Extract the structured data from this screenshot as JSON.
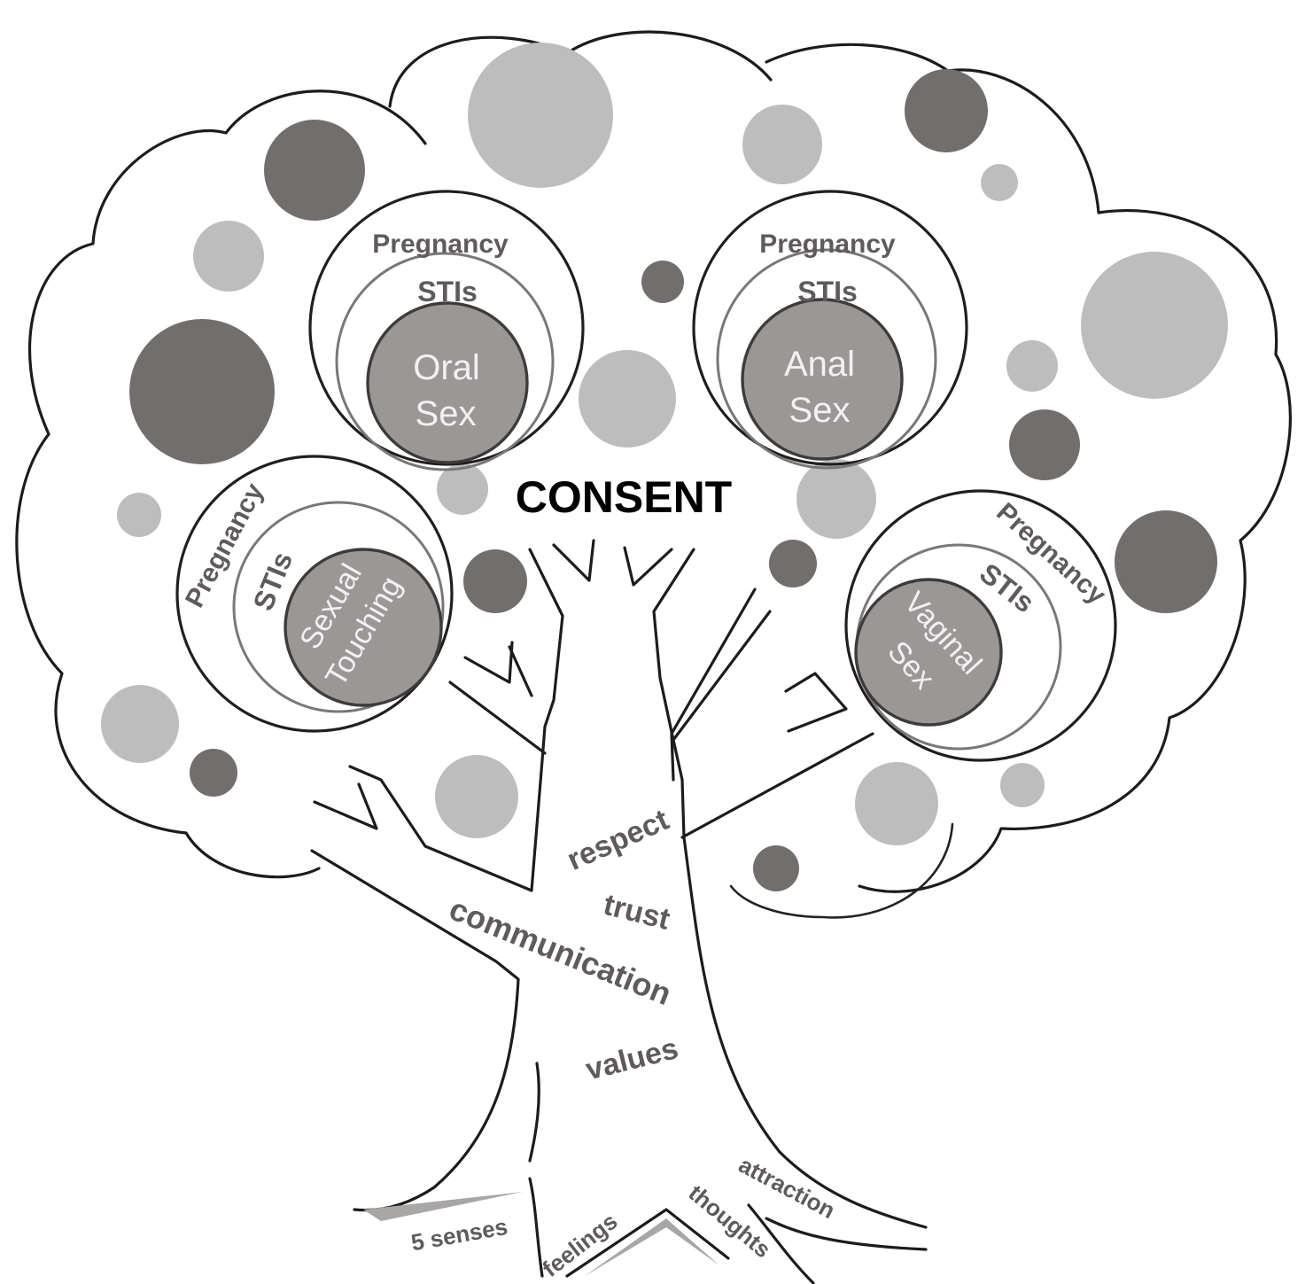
{
  "title": "CONSENT",
  "colors": {
    "dark_fruit": "#736e6e",
    "light_fruit": "#bebdbd",
    "core_fill": "#9c9797",
    "text_gray": "#5f5b5b",
    "outline": "#1c1c1c"
  },
  "branches": [
    {
      "id": "oral",
      "outer_label": "Pregnancy",
      "mid_label": "STIs",
      "core_lines": [
        "Oral",
        "Sex"
      ]
    },
    {
      "id": "anal",
      "outer_label": "Pregnancy",
      "mid_label": "STIs",
      "core_lines": [
        "Anal",
        "Sex"
      ]
    },
    {
      "id": "touching",
      "outer_label": "Pregnancy",
      "mid_label": "STIs",
      "core_lines": [
        "Sexual",
        "Touching"
      ]
    },
    {
      "id": "vaginal",
      "outer_label": "Pregnancy",
      "mid_label": "STIs",
      "core_lines": [
        "Vaginal",
        "Sex"
      ]
    }
  ],
  "trunk_words": [
    "respect",
    "trust",
    "communication",
    "values"
  ],
  "root_words": [
    "5 senses",
    "feelings",
    "thoughts",
    "attraction"
  ]
}
